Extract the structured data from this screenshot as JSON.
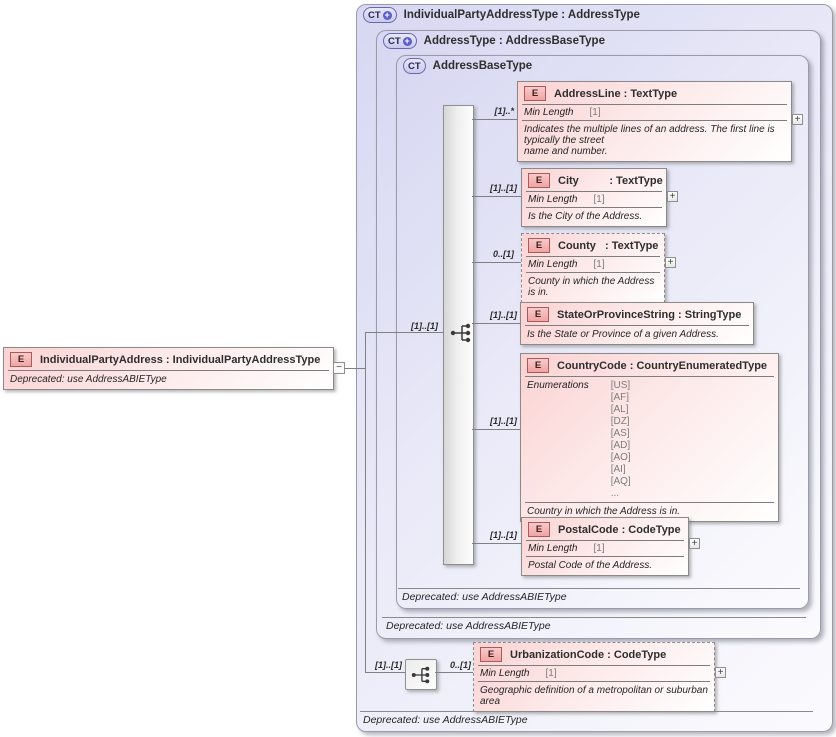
{
  "left_element": {
    "badge": "E",
    "title": "IndividualPartyAddress : IndividualPartyAddressType",
    "deprecated": "Deprecated: use AddressABIEType"
  },
  "containers": {
    "outer": {
      "badge": "CT",
      "plus": "+",
      "title": "IndividualPartyAddressType : AddressType",
      "deprecated": "Deprecated: use AddressABIEType"
    },
    "address_type": {
      "badge": "CT",
      "plus": "+",
      "title": "AddressType : AddressBaseType",
      "deprecated": "Deprecated: use AddressABIEType"
    },
    "address_base_type": {
      "badge": "CT",
      "title": "AddressBaseType",
      "deprecated": "Deprecated: use AddressABIEType"
    }
  },
  "connectors": {
    "outer_sequence_cardinality": "[1]..[1]",
    "base_sequence_cardinality": "[1]..[1]",
    "collapse_glyph": "−",
    "expand_glyph": "+"
  },
  "elements": [
    {
      "badge": "E",
      "title": "AddressLine : TextType",
      "cardinality": "[1]..*",
      "min_label": "Min Length",
      "min_value": "[1]",
      "description": "Indicates the multiple lines of an address. The first line is typically the street\nname and number."
    },
    {
      "badge": "E",
      "title": "City          : TextType",
      "cardinality": "[1]..[1]",
      "min_label": "Min Length",
      "min_value": "[1]",
      "description": "Is the City of the Address."
    },
    {
      "badge": "E",
      "title": "County   : TextType",
      "cardinality": "0..[1]",
      "min_label": "Min Length",
      "min_value": "[1]",
      "description": "County in which the Address is in."
    },
    {
      "badge": "E",
      "title": "StateOrProvinceString : StringType",
      "cardinality": "[1]..[1]",
      "description": "Is the State or Province of a given Address."
    },
    {
      "badge": "E",
      "title": "CountryCode : CountryEnumeratedType",
      "cardinality": "[1]..[1]",
      "enum_label": "Enumerations",
      "enums": [
        "[US]",
        "[AF]",
        "[AL]",
        "[DZ]",
        "[AS]",
        "[AD]",
        "[AO]",
        "[AI]",
        "[AQ]",
        "..."
      ],
      "description": "Country in which the Address is in."
    },
    {
      "badge": "E",
      "title": "PostalCode : CodeType",
      "cardinality": "[1]..[1]",
      "min_label": "Min Length",
      "min_value": "[1]",
      "description": "Postal Code of the Address."
    },
    {
      "badge": "E",
      "title": "UrbanizationCode : CodeType",
      "cardinality": "0..[1]",
      "min_label": "Min Length",
      "min_value": "[1]",
      "description": "Geographic definition of a metropolitan or suburban area"
    }
  ]
}
